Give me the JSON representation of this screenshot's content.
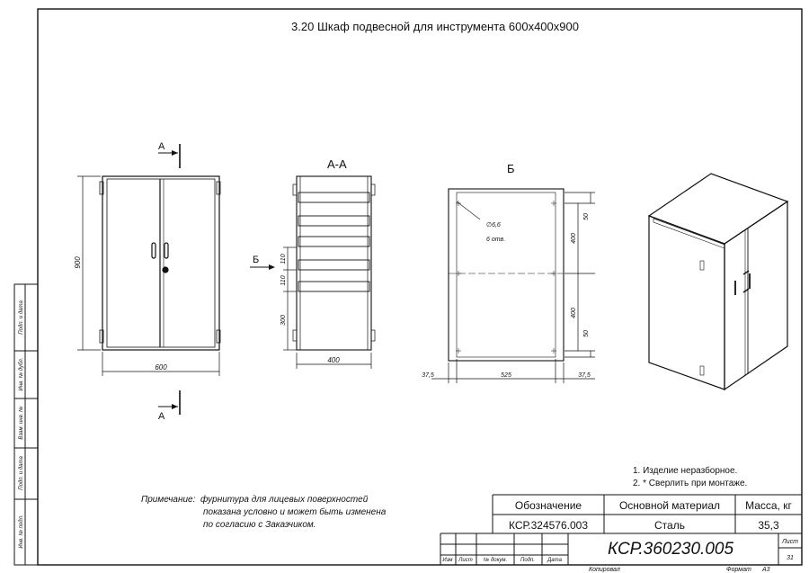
{
  "title": "3.20 Шкаф подвесной для инструмента 600x400x900",
  "section_labels": {
    "cut": "А-А",
    "view_b": "Б",
    "arrow_a_top": "А",
    "arrow_a_bottom": "А",
    "arrow_b": "Б"
  },
  "dims": {
    "front_height": "900",
    "front_width": "600",
    "section_depth": "400",
    "section_300": "300",
    "section_110a": "110",
    "section_110b": "110",
    "hole_dia": "∅6,6",
    "hole_count": "6 отв.",
    "back_400a": "400",
    "back_400b": "400",
    "back_50a": "50",
    "back_50b": "50",
    "back_525": "525",
    "back_37_5a": "37,5",
    "back_37_5b": "37,5"
  },
  "notes": [
    "1. Изделие неразборное.",
    "2. * Сверлить при монтаже."
  ],
  "remark": {
    "label": "Примечание:",
    "lines": [
      "фурнитура для лицевых поверхностей",
      "показана условно и может быть изменена",
      "по согласию с Заказчиком."
    ]
  },
  "title_block": {
    "h_designation": "Обозначение",
    "h_material": "Основной материал",
    "h_mass": "Масса, кг",
    "designation": "КСР.324576.003",
    "material": "Сталь",
    "mass": "35,3",
    "doc_number": "КСР.360230.005",
    "sheet_label": "Лист",
    "sheet_number": "31",
    "cols": [
      "Изм",
      "Лист",
      "№ докум.",
      "Подп.",
      "Дата"
    ],
    "copied": "Копировал",
    "format_label": "Формат",
    "format": "А3"
  },
  "side_stamp": [
    "Подп. и дата",
    "Инв. № дубл.",
    "Взам. инв. №",
    "Подп. и дата",
    "Инв. № подл."
  ]
}
